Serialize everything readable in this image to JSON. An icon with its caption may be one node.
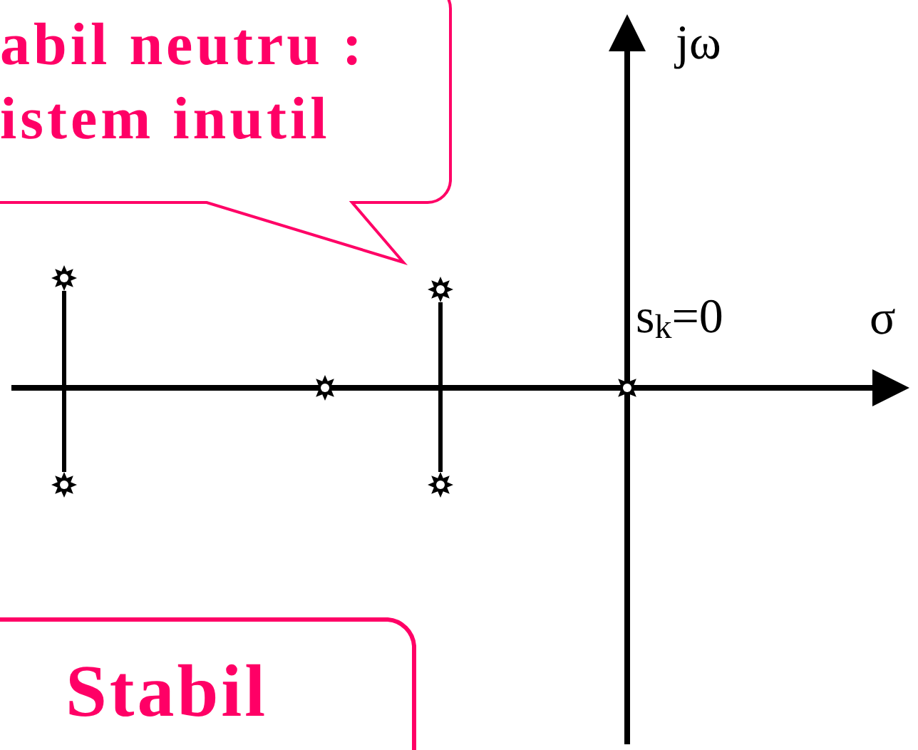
{
  "diagram": {
    "nodes": [
      {
        "text": [
          "abil neutru : istem inutil"
        ]
      },
      {
        "text": [
          "Stabil"
        ]
      },
      {
        "text": [],
        "shape": "star"
      },
      {
        "text": [],
        "shape": "star"
      },
      {
        "text": [],
        "shape": "star"
      },
      {
        "text": [],
        "shape": "star"
      },
      {
        "text": [],
        "shape": "star"
      },
      {
        "text": [],
        "shape": "star"
      }
    ],
    "edges": [
      {
        "from": 2,
        "to": 3,
        "arrow": "none"
      },
      {
        "from": 5,
        "to": 6,
        "arrow": "none"
      }
    ],
    "labels": [
      "jω",
      "s$_{k}$=0",
      "σ"
    ]
  }
}
